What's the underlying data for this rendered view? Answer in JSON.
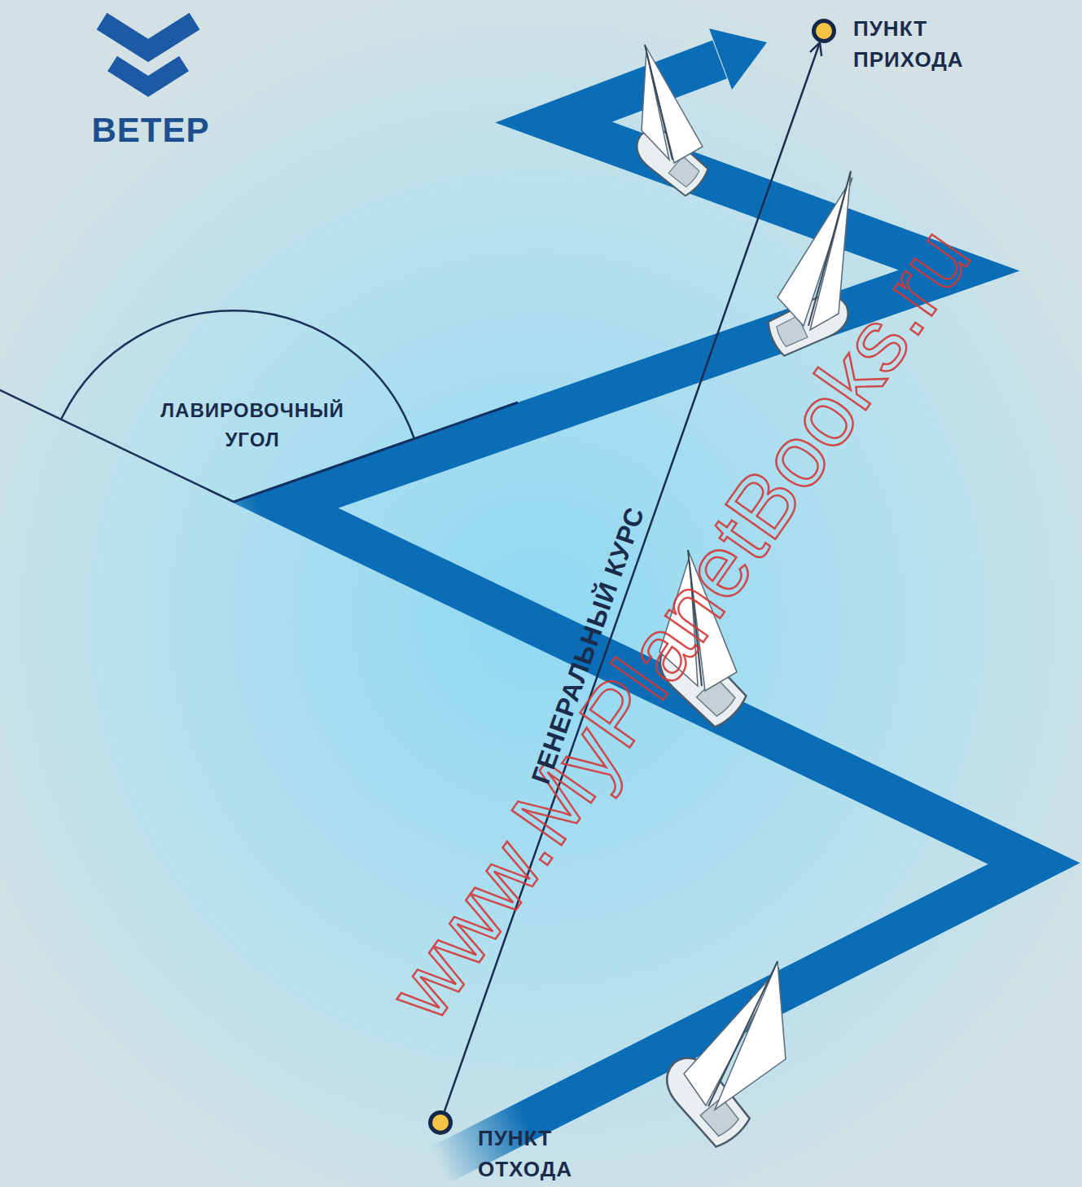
{
  "diagram": {
    "nodes": [
      {
        "text": [
          "ПУНКТ ПРИХОДА"
        ]
      },
      {
        "text": [
          "ПУНКТ ОТХОДА"
        ]
      }
    ],
    "edges": [
      {
        "from": 1,
        "to": 0,
        "label": "ГЕНЕРАЛЬНЫЙ КУРС",
        "arrow": "to"
      }
    ],
    "labels": [
      "ВЕТЕР",
      "ЛАВИРОВОЧНЫЙ УГОЛ",
      "www.MyPlanetBooks.ru"
    ]
  }
}
